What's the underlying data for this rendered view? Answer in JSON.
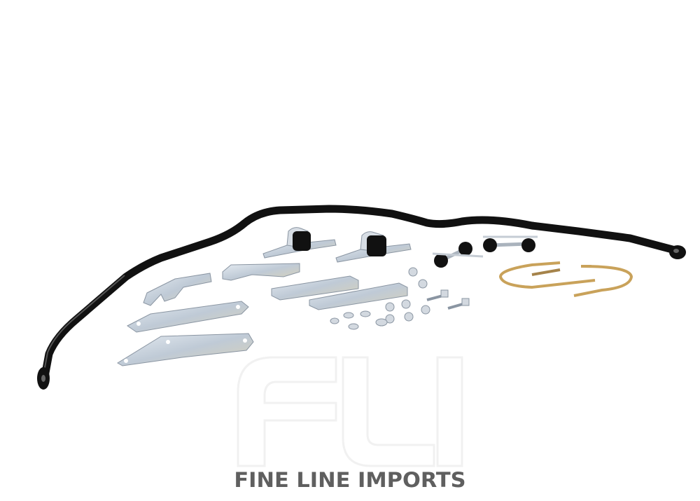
{
  "image": {
    "subject": "sway-bar-kit",
    "background_color": "#ffffff",
    "bar_color": "#111111",
    "zinc_color": "#c9d2dc",
    "brass_color": "#c9a25a"
  },
  "watermark": {
    "monogram": "FLI",
    "text": "FINE LINE IMPORTS",
    "color": "#5f5f5f"
  }
}
